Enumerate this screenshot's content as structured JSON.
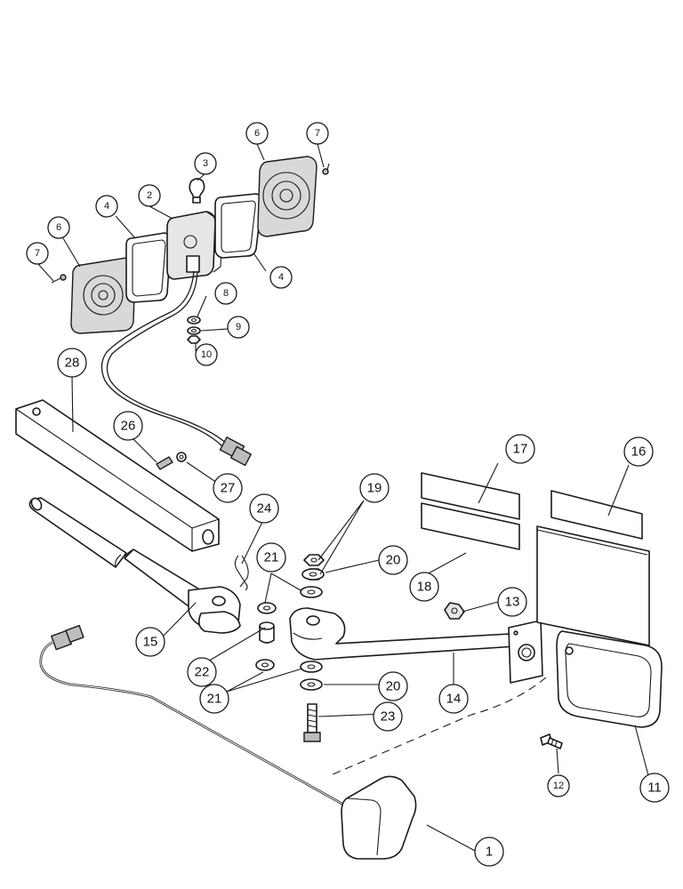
{
  "diagram": {
    "callouts": [
      {
        "id": "c1",
        "label": "1"
      },
      {
        "id": "c2",
        "label": "2"
      },
      {
        "id": "c3",
        "label": "3"
      },
      {
        "id": "c4a",
        "label": "4"
      },
      {
        "id": "c4b",
        "label": "4"
      },
      {
        "id": "c6a",
        "label": "6"
      },
      {
        "id": "c6b",
        "label": "6"
      },
      {
        "id": "c7a",
        "label": "7"
      },
      {
        "id": "c7b",
        "label": "7"
      },
      {
        "id": "c8",
        "label": "8"
      },
      {
        "id": "c9",
        "label": "9"
      },
      {
        "id": "c10",
        "label": "10"
      },
      {
        "id": "c11",
        "label": "11"
      },
      {
        "id": "c12",
        "label": "12"
      },
      {
        "id": "c13",
        "label": "13"
      },
      {
        "id": "c14",
        "label": "14"
      },
      {
        "id": "c15",
        "label": "15"
      },
      {
        "id": "c16",
        "label": "16"
      },
      {
        "id": "c17",
        "label": "17"
      },
      {
        "id": "c18",
        "label": "18"
      },
      {
        "id": "c19",
        "label": "19"
      },
      {
        "id": "c20a",
        "label": "20"
      },
      {
        "id": "c20b",
        "label": "20"
      },
      {
        "id": "c21a",
        "label": "21"
      },
      {
        "id": "c21b",
        "label": "21"
      },
      {
        "id": "c22",
        "label": "22"
      },
      {
        "id": "c23",
        "label": "23"
      },
      {
        "id": "c24",
        "label": "24"
      },
      {
        "id": "c26",
        "label": "26"
      },
      {
        "id": "c27",
        "label": "27"
      },
      {
        "id": "c28",
        "label": "28"
      }
    ]
  }
}
